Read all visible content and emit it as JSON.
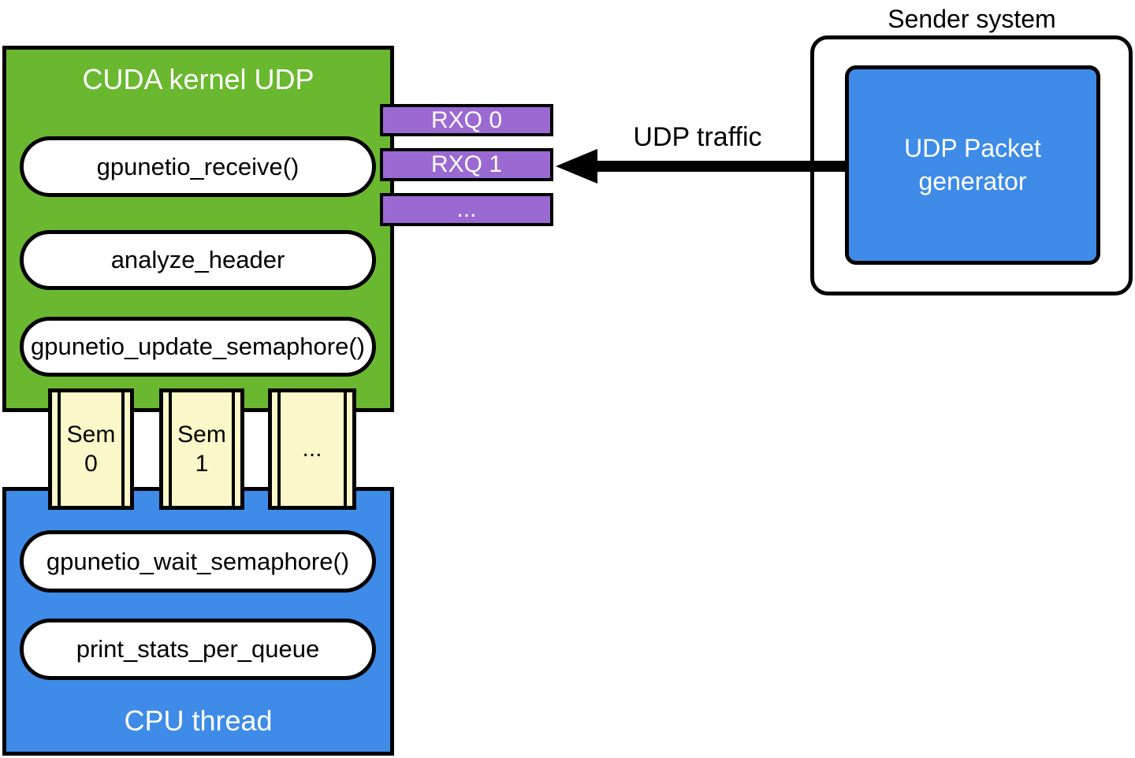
{
  "colors": {
    "green": "#6AB82F",
    "blue": "#3E8BE8",
    "purple": "#9B69D2",
    "yellow": "#FAF8C8",
    "border": "#000000"
  },
  "cuda_block": {
    "title": "CUDA kernel UDP",
    "functions": [
      "gpunetio_receive()",
      "analyze_header",
      "gpunetio_update_semaphore()"
    ]
  },
  "rx_queues": [
    "RXQ 0",
    "RXQ 1",
    "..."
  ],
  "semaphores": [
    {
      "line1": "Sem",
      "line2": "0"
    },
    {
      "line1": "Sem",
      "line2": "1"
    },
    {
      "line1": "...",
      "line2": ""
    }
  ],
  "cpu_block": {
    "title": "CPU thread",
    "functions": [
      "gpunetio_wait_semaphore()",
      "print_stats_per_queue"
    ]
  },
  "sender": {
    "label": "Sender system",
    "generator": {
      "line1": "UDP Packet",
      "line2": "generator"
    }
  },
  "udp_arrow": {
    "label": "UDP traffic"
  }
}
